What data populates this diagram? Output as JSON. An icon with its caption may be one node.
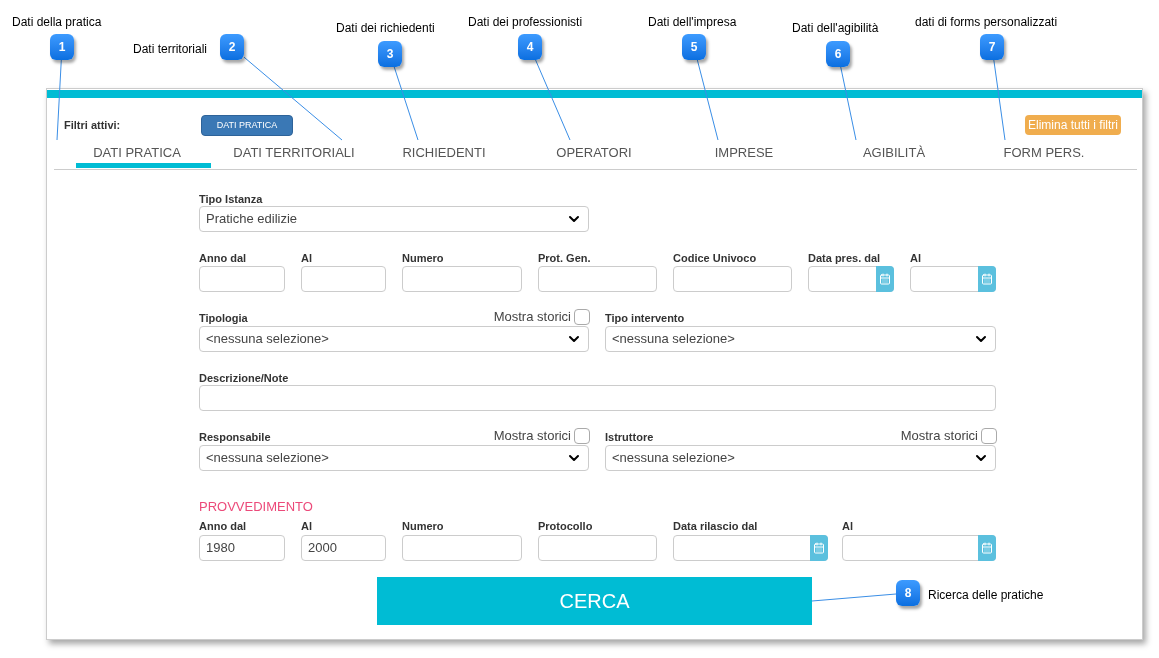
{
  "diagram": {
    "nodes": [
      {
        "text": [
          "1"
        ],
        "beside": [
          "Dati della pratica"
        ]
      },
      {
        "text": [
          "2"
        ],
        "beside": [
          "Dati territoriali"
        ]
      },
      {
        "text": [
          "3"
        ],
        "beside": [
          "Dati dei richiedenti"
        ]
      },
      {
        "text": [
          "4"
        ],
        "beside": [
          "Dati dei professionisti"
        ]
      },
      {
        "text": [
          "5"
        ],
        "beside": [
          "Dati dell'impresa"
        ]
      },
      {
        "text": [
          "6"
        ],
        "beside": [
          "Dati dell'agibilità"
        ]
      },
      {
        "text": [
          "7"
        ],
        "beside": [
          "dati di forms personalizzati"
        ]
      },
      {
        "text": [
          "DATI PRATICA"
        ]
      },
      {
        "text": [
          "DATI TERRITORIALI"
        ]
      },
      {
        "text": [
          "RICHIEDENTI"
        ]
      },
      {
        "text": [
          "OPERATORI"
        ]
      },
      {
        "text": [
          "IMPRESE"
        ]
      },
      {
        "text": [
          "AGIBILITÀ"
        ]
      },
      {
        "text": [
          "FORM PERS."
        ]
      },
      {
        "text": [
          "CERCA"
        ]
      },
      {
        "text": [
          "8"
        ],
        "beside": [
          "Ricerca delle pratiche"
        ]
      }
    ],
    "edges": [
      {
        "from": 0,
        "to": 7,
        "arrow": "none"
      },
      {
        "from": 1,
        "to": 8,
        "arrow": "none"
      },
      {
        "from": 2,
        "to": 9,
        "arrow": "none"
      },
      {
        "from": 3,
        "to": 10,
        "arrow": "none"
      },
      {
        "from": 4,
        "to": 11,
        "arrow": "none"
      },
      {
        "from": 5,
        "to": 12,
        "arrow": "none"
      },
      {
        "from": 6,
        "to": 13,
        "arrow": "none"
      },
      {
        "from": 15,
        "to": 14,
        "arrow": "none"
      }
    ],
    "labels": [
      "Filtri attivi:",
      "DATI PRATICA",
      "Elimina tutti i filtri",
      "Tipo Istanza",
      "Pratiche edilizie",
      "Anno dal",
      "Al",
      "Numero",
      "Prot. Gen.",
      "Codice Univoco",
      "Data pres. dal",
      "Al",
      "Tipologia",
      "Mostra storici",
      "Tipo intervento",
      "<nessuna selezione>",
      "<nessuna selezione>",
      "Descrizione/Note",
      "Responsabile",
      "Mostra storici",
      "Istruttore",
      "Mostra storici",
      "<nessuna selezione>",
      "<nessuna selezione>",
      "PROVVEDIMENTO",
      "Anno dal",
      "Al",
      "Numero",
      "Protocollo",
      "Data rilascio dal",
      "Al",
      "1980",
      "2000"
    ]
  }
}
